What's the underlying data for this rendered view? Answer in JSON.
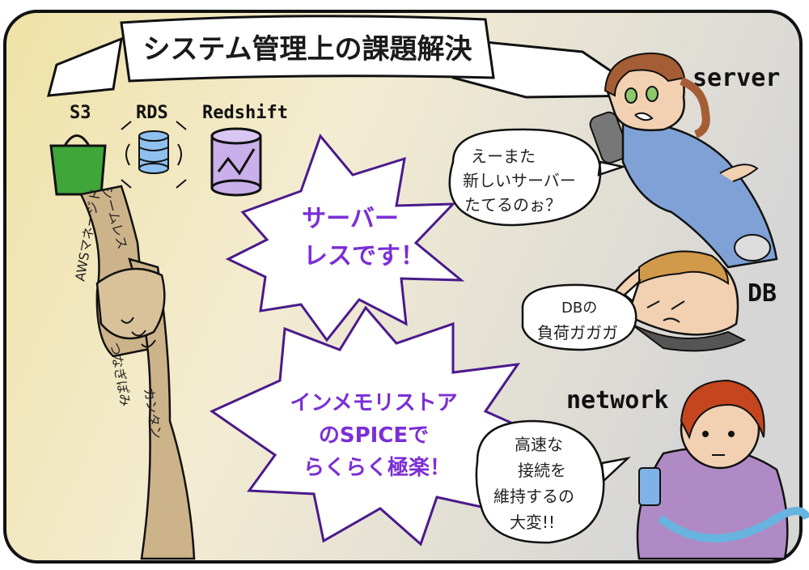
{
  "title": "システム管理上の課題解決",
  "services": {
    "s3": "S3",
    "rds": "RDS",
    "redshift": "Redshift"
  },
  "arm_labels": {
    "aws_managed": "AWSマネージド",
    "seamless": "シームレス",
    "connect": "つなぎぽみ",
    "easy": "カンタン"
  },
  "bursts": {
    "serverless": [
      "サーバー",
      "レスです！"
    ],
    "spice": [
      "インメモリストア",
      "のSPICEで",
      "らくらく極楽！"
    ]
  },
  "roles": {
    "server": "server",
    "db": "DB",
    "network": "network"
  },
  "bubbles": {
    "server": [
      "えーまた",
      "新しいサーバー",
      "たてるのぉ？"
    ],
    "db": [
      "DBの",
      "負荷ガガガ"
    ],
    "network": [
      "高速な",
      "接続を",
      "維持するの",
      "大変!!"
    ]
  },
  "colors": {
    "frame": "#111111",
    "burst_text": "#7b2fd6",
    "burst_outline": "#4a1a8c",
    "s3_green": "#3fa63a",
    "rds_blue": "#8fc0ef",
    "redshift_purple": "#c9b0ea"
  }
}
